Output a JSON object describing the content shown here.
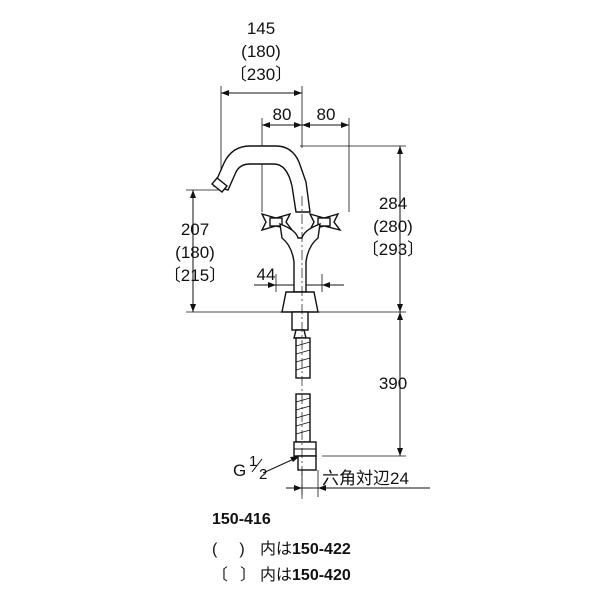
{
  "dimensions": {
    "spout_reach": "145",
    "spout_reach_paren": "(180)",
    "spout_reach_bracket": "〔230〕",
    "handle_left": "80",
    "handle_right": "80",
    "spout_height": "207",
    "spout_height_paren": "(180)",
    "spout_height_bracket": "〔215〕",
    "total_height": "284",
    "total_height_paren": "(280)",
    "total_height_bracket": "〔293〕",
    "base_diameter": "44",
    "shank_length": "390",
    "thread_letter": "G",
    "thread_num": "1",
    "thread_den": "2",
    "hex_nut": "六角対辺24"
  },
  "legend": {
    "model_main": "150-416",
    "paren_open": "(",
    "paren_close": ")",
    "paren_text": "内は",
    "paren_model": "150-422",
    "bracket_open": "〔",
    "bracket_close": "〕",
    "bracket_text": "内は",
    "bracket_model": "150-420"
  }
}
